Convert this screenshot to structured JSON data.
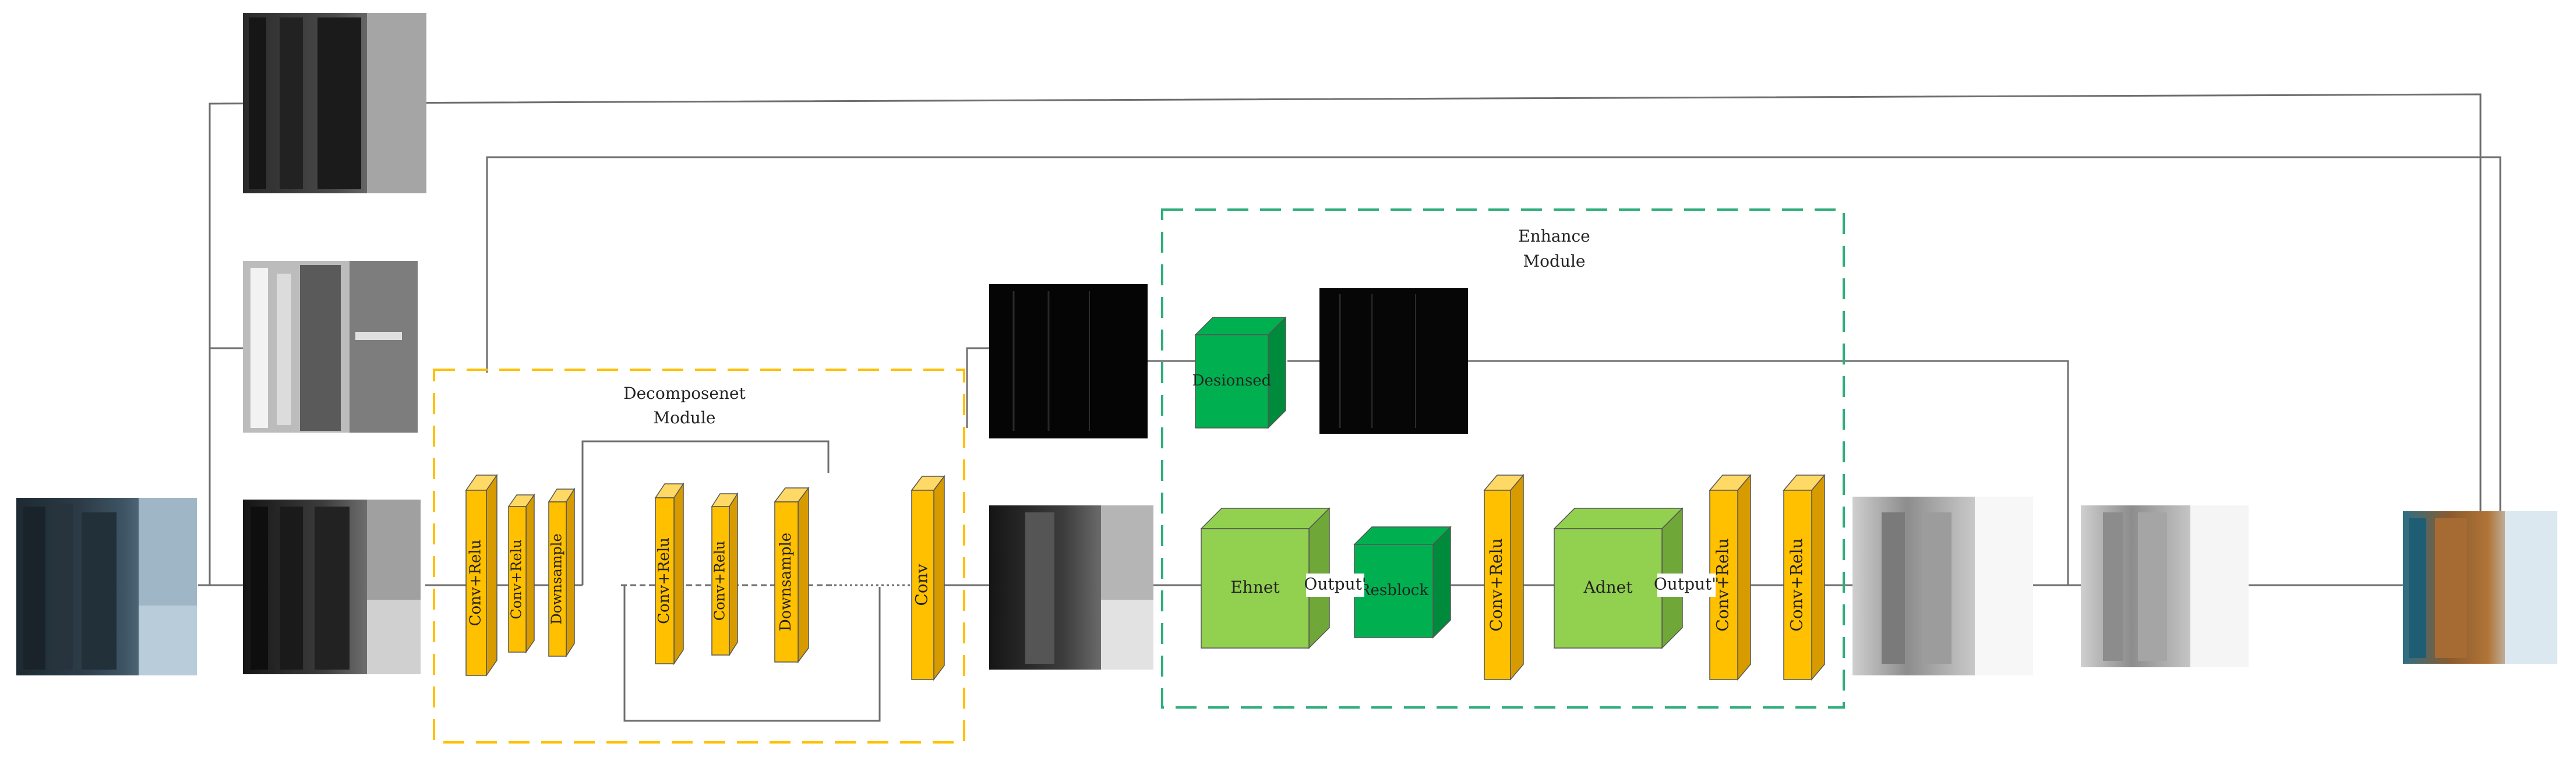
{
  "modules": {
    "decompose": {
      "title_line1": "Decomposenet",
      "title_line2": "Module"
    },
    "enhance": {
      "title_line1": "Enhance",
      "title_line2": "Module"
    }
  },
  "blocks": {
    "dec_conv_relu_1": "Conv+Relu",
    "dec_conv_relu_2": "Conv+Relu",
    "dec_downsample_1": "Downsample",
    "dec_conv_relu_3": "Conv+Relu",
    "dec_conv_relu_4": "Conv+Relu",
    "dec_downsample_2": "Downsample",
    "dec_conv": "Conv",
    "enh_desionsed": "Desionsed",
    "enh_ehnet": "Ehnet",
    "enh_output_1": "Output'",
    "enh_resblock": "Resblock",
    "enh_conv_relu_1": "Conv+Relu",
    "enh_adnet": "Adnet",
    "enh_output_2": "Output\"",
    "enh_conv_relu_2": "Conv+Relu",
    "enh_conv_relu_3": "Conv+Relu"
  },
  "colors": {
    "conv_orange": "#FFC000",
    "conv_orange_top": "#FFD966",
    "conv_orange_side": "#D79B00",
    "dark_green": "#00B050",
    "dark_green_side": "#008A3C",
    "light_green": "#92D050",
    "light_green_side": "#6FA838",
    "decompose_border": "#FFC000",
    "enhance_border": "#2EAE7A",
    "line": "#6E6E6E"
  },
  "images": {
    "input_photo": "low-light-input-image",
    "top_gray": "grayscale-feature-image",
    "mid_gray": "high-contrast-grayscale-image",
    "low_gray": "dark-grayscale-image",
    "reflect_dark": "dark-edge-map-image",
    "illum_gray": "illumination-map-image",
    "denoised_dark": "denoised-dark-edge-image",
    "enhanced_1": "enhanced-illumination-image",
    "enhanced_2": "enhanced-grayscale-image",
    "output_photo": "enhanced-output-image"
  }
}
